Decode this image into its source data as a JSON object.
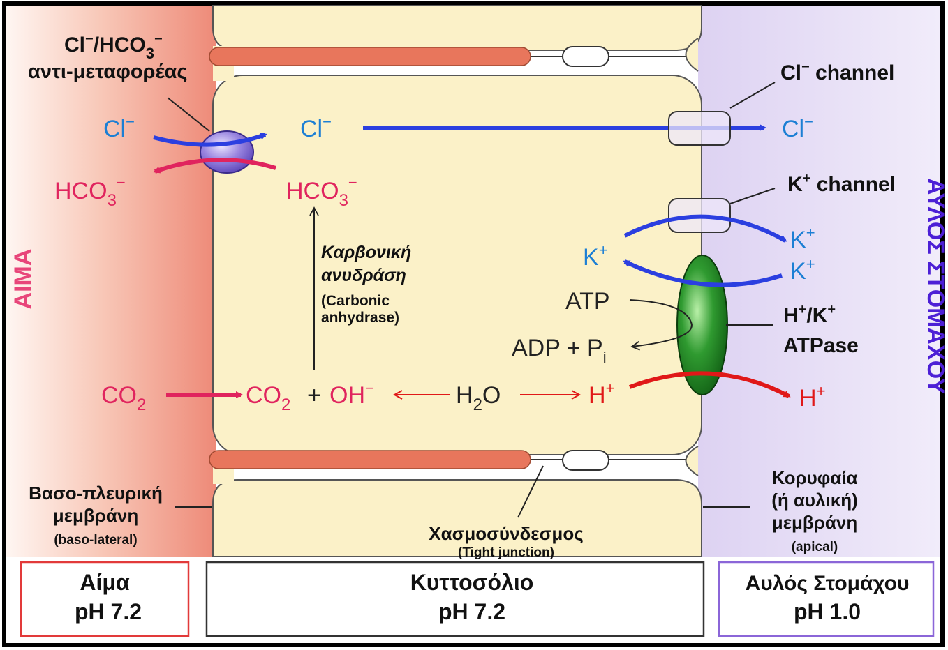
{
  "colors": {
    "blood_bg": "#ee8a78",
    "cytosol_bg": "#fbf1c8",
    "lumen_bg": "#e7def5",
    "chloride": "#1c7fd4",
    "bicarbonate": "#e0245e",
    "proton": "#e01818",
    "potassium": "#1c7fd4",
    "blood_title": "#e8457a",
    "lumen_title": "#4c1fd6",
    "pump": "#2e8b2e",
    "antiporter": "#9a86e0"
  },
  "side_titles": {
    "blood": "ΑΙΜΑ",
    "lumen": "ΑΥΛΟΣ ΣΤΟΜΑΧΟΥ"
  },
  "antiporter": {
    "title_a": "Cl",
    "title_b": "/HCO",
    "title_c": "3",
    "title_sup": "−",
    "subtitle": "αντι-μεταφορέας"
  },
  "chloride_channel": {
    "label_a": "Cl",
    "label_sup": "−",
    "label_b": " channel"
  },
  "potassium_channel": {
    "label_a": "K",
    "label_sup": "+",
    "label_b": " channel"
  },
  "pump": {
    "line1_a": "H",
    "line1_b": "/K",
    "line1_sup": "+",
    "line2": "ATPase"
  },
  "species": {
    "cl": "Cl",
    "minus": "−",
    "plus": "+",
    "hco_a": "HCO",
    "hco_sub": "3",
    "k": "K",
    "h": "H",
    "co": "CO",
    "co_sub": "2",
    "oh": "OH",
    "h2o_a": "H",
    "h2o_sub": "2",
    "h2o_b": "O",
    "atp": "ATP",
    "adp": "ADP + P",
    "adp_sub": "i",
    "plus_sign": "+"
  },
  "enzyme": {
    "greek1": "Καρβονική",
    "greek2": "ανυδράση",
    "en1": "(Carbonic",
    "en2": "anhydrase)"
  },
  "membranes": {
    "baso_line1": "Βασο-πλευρική",
    "baso_line2": "μεμβράνη",
    "baso_en": "(baso-lateral)",
    "tight_greek": "Χασμοσύνδεσμος",
    "tight_en": "(Tight junction)",
    "apical_line1": "Κορυφαία",
    "apical_line2": "(ή αυλική)",
    "apical_line3": "μεμβράνη",
    "apical_en": "(apical)"
  },
  "compartments": [
    {
      "name": "Αίμα",
      "ph": "pH 7.2"
    },
    {
      "name": "Κυττοσόλιο",
      "ph": "pH 7.2"
    },
    {
      "name": "Αυλός Στομάχου",
      "ph": "pH 1.0"
    }
  ]
}
